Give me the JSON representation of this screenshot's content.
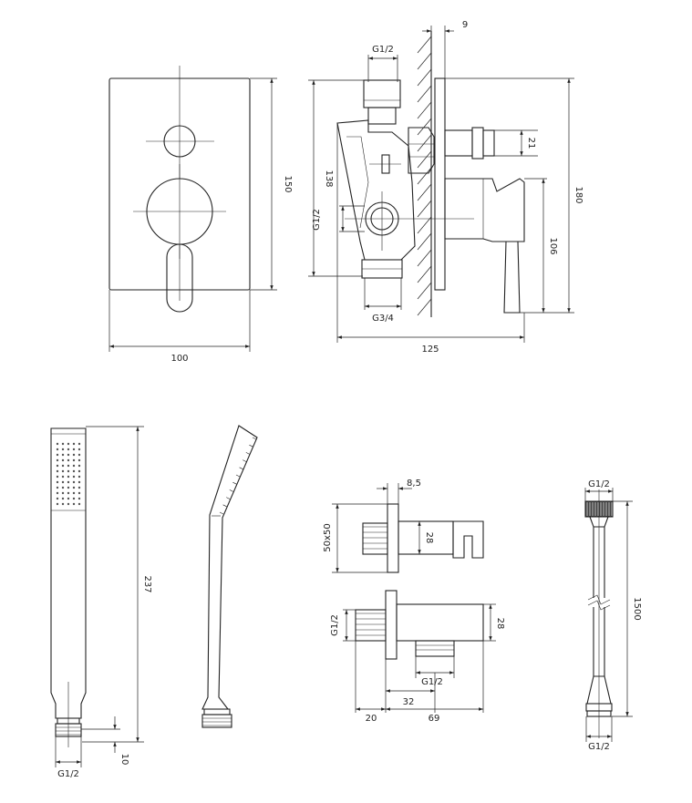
{
  "labels": {
    "plate_width": "100",
    "plate_height": "150",
    "wall_gap": "9",
    "inlet_top": "G1/2",
    "body_height": "138",
    "side_outlet": "G1/2",
    "nipple_dia": "21",
    "outlet_bottom": "G3/4",
    "total_depth": "125",
    "overall_height": "180",
    "lever_height": "106",
    "hand_length": "237",
    "hand_thread": "G1/2",
    "hand_thread_len": "10",
    "holder_offset": "8,5",
    "holder_flange": "50x50",
    "holder_height": "28",
    "elbow_thread_in": "G1/2",
    "elbow_height": "28",
    "elbow_thread_out": "G1/2",
    "elbow_inner": "32",
    "elbow_flange": "20",
    "elbow_total": "69",
    "hose_top": "G1/2",
    "hose_length": "1500",
    "hose_bottom": "G1/2"
  }
}
